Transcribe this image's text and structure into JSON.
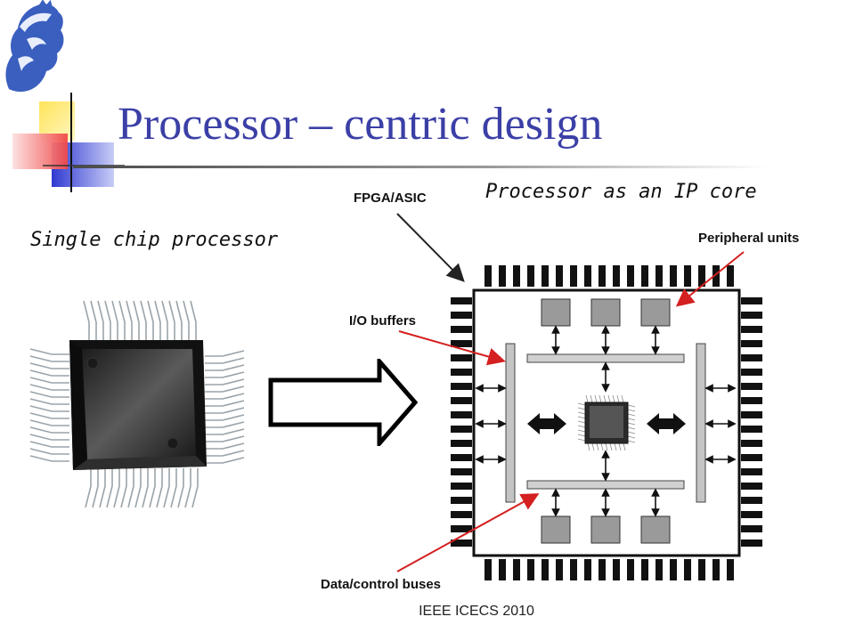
{
  "slide": {
    "title": "Processor – centric design",
    "footer": "IEEE ICECS 2010"
  },
  "captions": {
    "left": "Single chip processor",
    "right": "Processor as an IP core"
  },
  "diagram_labels": {
    "fpga_asic": "FPGA/ASIC",
    "peripheral_units": "Peripheral units",
    "io_buffers": "I/O buffers",
    "data_control_buses": "Data/control buses"
  },
  "colors": {
    "title": "#3b3fa6",
    "callout_black": "#222222",
    "callout_red": "#d42020",
    "peripheral_fill": "#9a9a9a",
    "bus_fill": "#d0d0d0",
    "chip_body": "#2a2a2a",
    "deco_yellow": "#ffd83a",
    "deco_blue": "#3a46d8",
    "deco_red": "#f04848"
  },
  "icons": {
    "logo": "helmeted-head-logo-icon",
    "decoration": "colored-squares-decoration",
    "transform_arrow": "right-arrow-icon"
  }
}
